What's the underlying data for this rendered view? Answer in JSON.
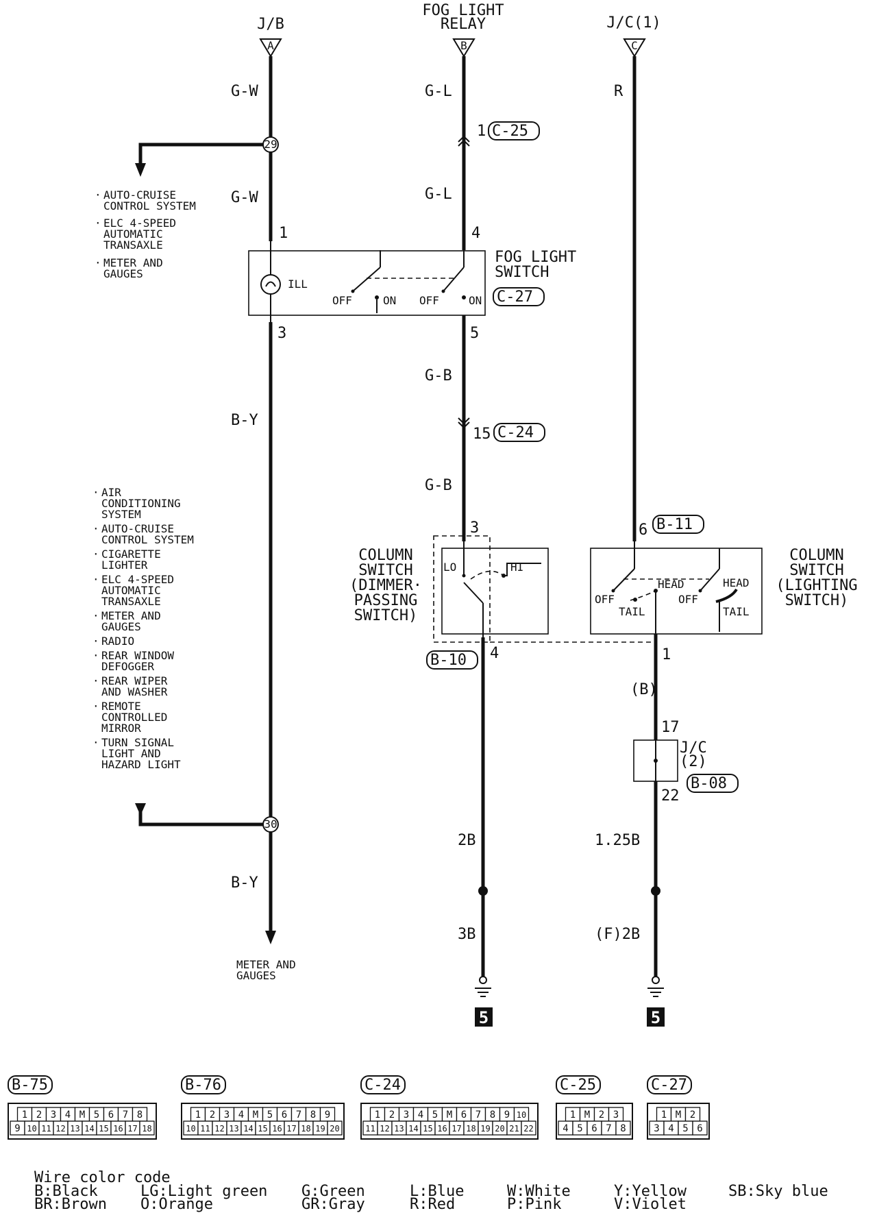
{
  "sources": [
    {
      "id": "A",
      "title": "J/B"
    },
    {
      "id": "B",
      "title": "FOG LIGHT\nRELAY"
    },
    {
      "id": "C",
      "title": "J/C(1)"
    }
  ],
  "wires": {
    "gw1": "G-W",
    "gw2": "G-W",
    "gl1": "G-L",
    "gl2": "G-L",
    "r": "R",
    "gb1": "G-B",
    "gb2": "G-B",
    "by1": "B-Y",
    "by2": "B-Y",
    "w2b": "2B",
    "w3b": "3B",
    "b_paren": "(B)",
    "w125b": "1.25B",
    "f2b": "(F)2B"
  },
  "splices": [
    "29",
    "30"
  ],
  "pins": {
    "p1": "1",
    "p4": "4",
    "p3": "3",
    "p5": "5",
    "p15": "15",
    "p1c25": "1",
    "pcs3": "3",
    "pcs4": "4",
    "p6": "6",
    "pcs1": "1",
    "p17": "17",
    "p22": "22"
  },
  "connectors": {
    "c25": "C-25",
    "c27": "C-27",
    "c24": "C-24",
    "b10": "B-10",
    "b11": "B-11",
    "b08": "B-08"
  },
  "lists": {
    "upper": [
      "AUTO-CRUISE\nCONTROL SYSTEM",
      "ELC 4-SPEED\nAUTOMATIC\nTRANSAXLE",
      "METER AND\nGAUGES"
    ],
    "lower": [
      "AIR\nCONDITIONING\nSYSTEM",
      "AUTO-CRUISE\nCONTROL SYSTEM",
      "CIGARETTE\nLIGHTER",
      "ELC 4-SPEED\nAUTOMATIC\nTRANSAXLE",
      "METER AND\nGAUGES",
      "RADIO",
      "REAR WINDOW\nDEFOGGER",
      "REAR WIPER\nAND WASHER",
      "REMOTE\nCONTROLLED\nMIRROR",
      "TURN SIGNAL\nLIGHT AND\nHAZARD LIGHT"
    ],
    "bottom_dest": "METER AND\nGAUGES"
  },
  "components": {
    "fog_switch": "FOG LIGHT\nSWITCH",
    "ill": "ILL",
    "off": "OFF",
    "on": "ON",
    "dimmer": "COLUMN\nSWITCH\n(DIMMER·\nPASSING\nSWITCH)",
    "lo": "LO",
    "hi": "HI",
    "lighting": "COLUMN\nSWITCH\n(LIGHTING\nSWITCH)",
    "head": "HEAD",
    "tail": "TAIL",
    "jc2": "J/C\n(2)"
  },
  "ground_ref": "5",
  "connector_views": [
    {
      "name": "B-75",
      "rows": [
        [
          "1",
          "2",
          "3",
          "4",
          "M",
          "5",
          "6",
          "7",
          "8"
        ],
        [
          "9",
          "10",
          "11",
          "12",
          "13",
          "14",
          "15",
          "16",
          "17",
          "18"
        ]
      ]
    },
    {
      "name": "B-76",
      "rows": [
        [
          "1",
          "2",
          "3",
          "4",
          "M",
          "5",
          "6",
          "7",
          "8",
          "9"
        ],
        [
          "10",
          "11",
          "12",
          "13",
          "14",
          "15",
          "16",
          "17",
          "18",
          "19",
          "20"
        ]
      ]
    },
    {
      "name": "C-24",
      "rows": [
        [
          "1",
          "2",
          "3",
          "4",
          "5",
          "M",
          "6",
          "7",
          "8",
          "9",
          "10"
        ],
        [
          "11",
          "12",
          "13",
          "14",
          "15",
          "16",
          "17",
          "18",
          "19",
          "20",
          "21",
          "22"
        ]
      ]
    },
    {
      "name": "C-25",
      "rows": [
        [
          "1",
          "M",
          "2",
          "3"
        ],
        [
          "4",
          "5",
          "6",
          "7",
          "8"
        ]
      ]
    },
    {
      "name": "C-27",
      "rows": [
        [
          "1",
          "M",
          "2"
        ],
        [
          "3",
          "4",
          "5",
          "6"
        ]
      ]
    }
  ],
  "legend": {
    "title": "Wire color code",
    "items": [
      {
        "code": "B",
        "name": "Black"
      },
      {
        "code": "BR",
        "name": "Brown"
      },
      {
        "code": "LG",
        "name": "Light green"
      },
      {
        "code": "O",
        "name": "Orange"
      },
      {
        "code": "G",
        "name": "Green"
      },
      {
        "code": "GR",
        "name": "Gray"
      },
      {
        "code": "L",
        "name": "Blue"
      },
      {
        "code": "R",
        "name": "Red"
      },
      {
        "code": "W",
        "name": "White"
      },
      {
        "code": "P",
        "name": "Pink"
      },
      {
        "code": "Y",
        "name": "Yellow"
      },
      {
        "code": "V",
        "name": "Violet"
      },
      {
        "code": "SB",
        "name": "Sky blue"
      }
    ]
  }
}
